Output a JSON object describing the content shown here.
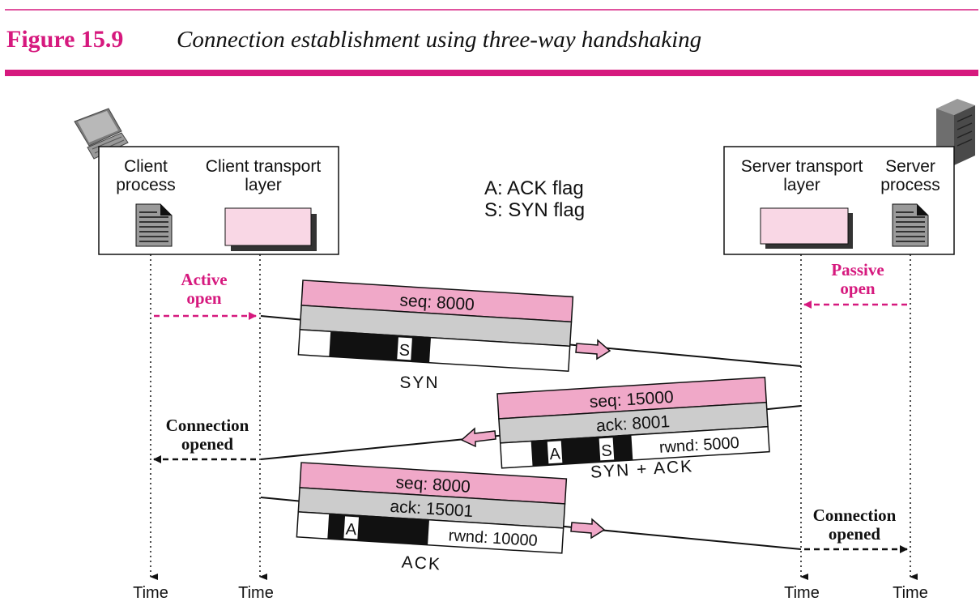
{
  "figure": {
    "number": "Figure 15.9",
    "caption": "Connection establishment using three-way handshaking"
  },
  "colors": {
    "accent": "#d6197e",
    "pink_fill": "#f0a8c8",
    "light_pink": "#f9d7e5",
    "gray_fill": "#cccccc",
    "black": "#111111"
  },
  "legend": {
    "ack": "A: ACK flag",
    "syn": "S: SYN flag"
  },
  "client": {
    "icon": "laptop-icon",
    "process": {
      "line1": "Client",
      "line2": "process",
      "icon": "document-icon"
    },
    "transport": {
      "line1": "Client transport",
      "line2": "layer"
    }
  },
  "server": {
    "icon": "server-tower-icon",
    "transport": {
      "line1": "Server transport",
      "line2": "layer"
    },
    "process": {
      "line1": "Server",
      "line2": "process",
      "icon": "document-icon"
    }
  },
  "events": {
    "active_open": {
      "line1": "Active",
      "line2": "open"
    },
    "passive_open": {
      "line1": "Passive",
      "line2": "open"
    },
    "client_opened": {
      "line1": "Connection",
      "line2": "opened"
    },
    "server_opened": {
      "line1": "Connection",
      "line2": "opened"
    }
  },
  "segments": {
    "syn": {
      "name": "SYN",
      "seq": "seq: 8000",
      "flag_s": "S"
    },
    "synack": {
      "name": "SYN + ACK",
      "seq": "seq: 15000",
      "ack": "ack: 8001",
      "flag_a": "A",
      "flag_s": "S",
      "rwnd": "rwnd: 5000"
    },
    "ack": {
      "name": "ACK",
      "seq": "seq: 8000",
      "ack": "ack: 15001",
      "flag_a": "A",
      "rwnd": "rwnd: 10000"
    }
  },
  "timelines": {
    "t1": "Time",
    "t2": "Time",
    "t3": "Time",
    "t4": "Time"
  }
}
